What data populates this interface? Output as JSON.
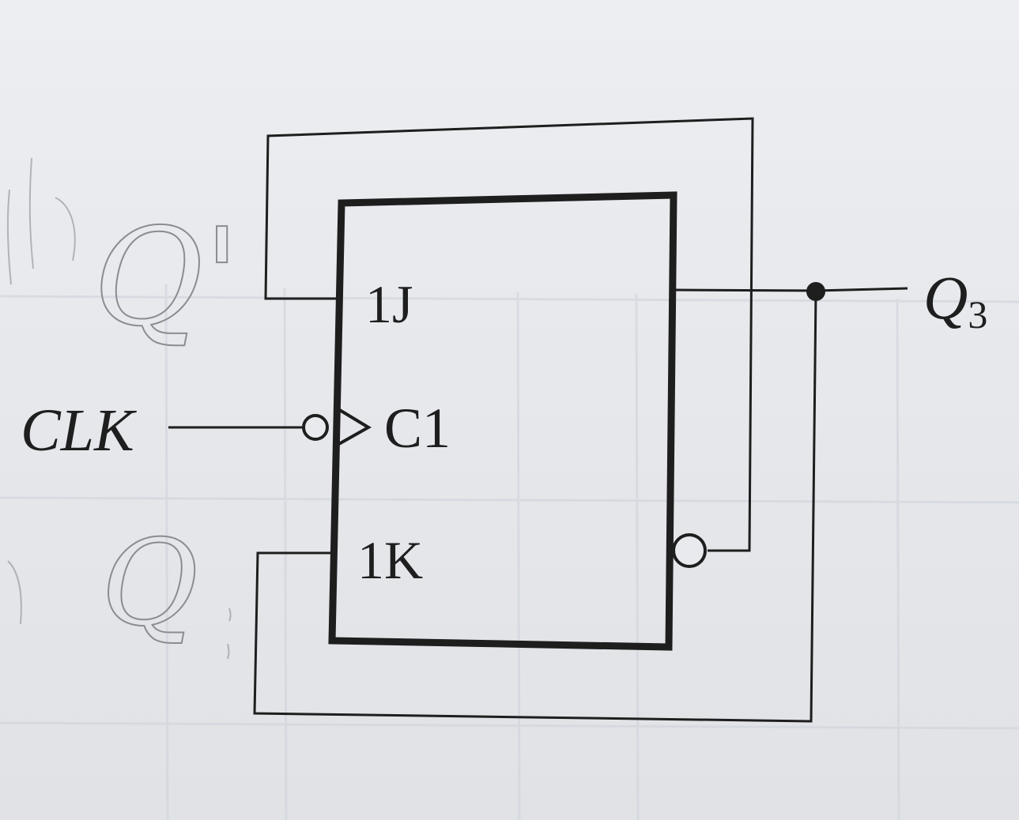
{
  "pin_labels": {
    "j_input": "1J",
    "clock_input": "C1",
    "k_input": "1K"
  },
  "signal_labels": {
    "clock": "CLK",
    "output_name": "Q",
    "output_subscript": "3"
  },
  "handwritten": {
    "upper_note": "Q'",
    "lower_note": "Q"
  },
  "colors": {
    "ink": "#1e1e1e",
    "pencil": "#8a8c90",
    "paper": "#e6e8ec",
    "grid": "#cfd3da"
  }
}
